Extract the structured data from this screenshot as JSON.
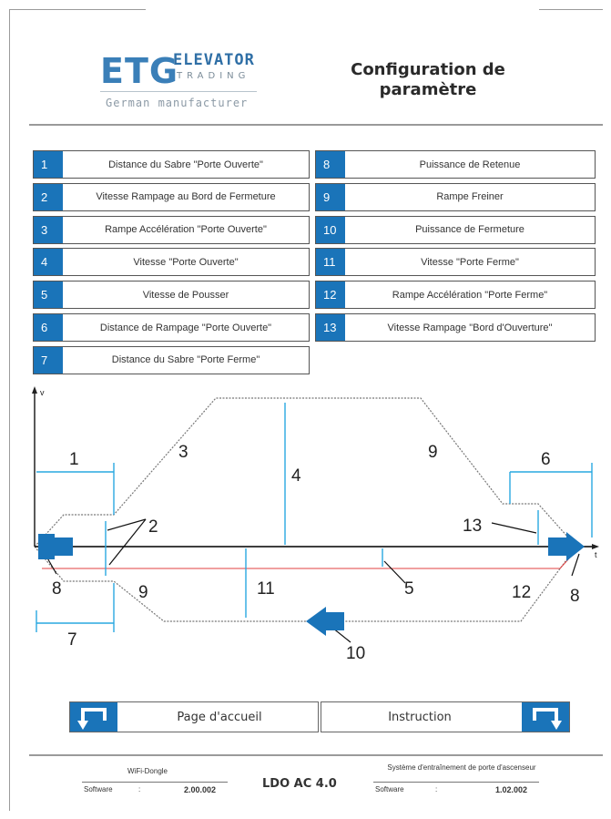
{
  "header": {
    "logo_mark": "ETG",
    "logo_word1": "ELEVATOR",
    "logo_word2": "TRADING",
    "logo_tagline": "German manufacturer",
    "title_line1": "Configuration de",
    "title_line2": "paramètre"
  },
  "parameters": [
    {
      "num": "1",
      "label": "Distance du Sabre \"Porte Ouverte\""
    },
    {
      "num": "2",
      "label": "Vitesse Rampage au Bord de Fermeture"
    },
    {
      "num": "3",
      "label": "Rampe Accélération \"Porte Ouverte\""
    },
    {
      "num": "4",
      "label": "Vitesse \"Porte Ouverte\""
    },
    {
      "num": "5",
      "label": "Vitesse de Pousser"
    },
    {
      "num": "6",
      "label": "Distance de Rampage \"Porte Ouverte\""
    },
    {
      "num": "7",
      "label": "Distance du Sabre \"Porte Ferme\""
    },
    {
      "num": "8",
      "label": "Puissance de Retenue"
    },
    {
      "num": "9",
      "label": "Rampe Freiner"
    },
    {
      "num": "10",
      "label": "Puissance de Fermeture"
    },
    {
      "num": "11",
      "label": "Vitesse \"Porte Ferme\""
    },
    {
      "num": "12",
      "label": "Rampe Accélération \"Porte Ferme\""
    },
    {
      "num": "13",
      "label": "Vitesse Rampage \"Bord d'Ouverture\""
    }
  ],
  "diagram": {
    "axis_y": "v",
    "axis_x": "t",
    "markers": [
      "1",
      "2",
      "3",
      "4",
      "9",
      "6",
      "13",
      "8",
      "9",
      "11",
      "5",
      "12",
      "8",
      "7",
      "10"
    ]
  },
  "buttons": {
    "home_label": "Page d'accueil",
    "instruction_label": "Instruction"
  },
  "footer": {
    "left_title": "WiFi-Dongle",
    "left_key": "Software",
    "left_sep": ":",
    "left_value": "2.00.002",
    "center": "LDO AC 4.0",
    "right_title": "Système d'entraînement de porte d'ascenseur",
    "right_key": "Software",
    "right_sep": ":",
    "right_value": "1.02.002"
  },
  "colors": {
    "accent_blue": "#1a74b9",
    "cyan_lines": "#29a8e0",
    "red_line": "#e04040"
  }
}
